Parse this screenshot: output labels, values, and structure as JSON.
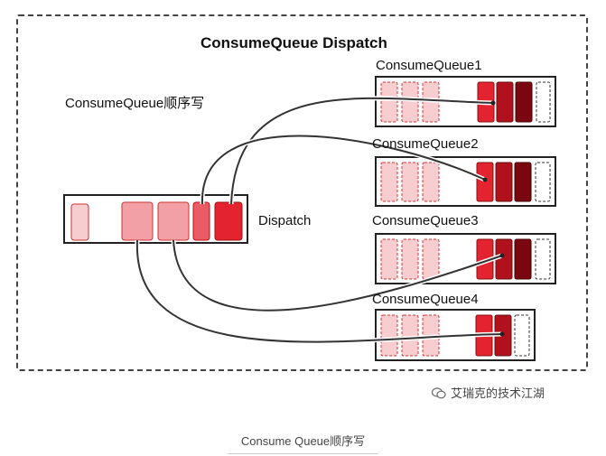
{
  "diagram": {
    "title": "ConsumeQueue Dispatch",
    "subtitle": "ConsumeQueue顺序写",
    "dispatch_label": "Dispatch",
    "queues": [
      {
        "label": "ConsumeQueue1"
      },
      {
        "label": "ConsumeQueue2"
      },
      {
        "label": "ConsumeQueue3"
      },
      {
        "label": "ConsumeQueue4"
      }
    ]
  },
  "watermark": "艾瑞克的技术江湖",
  "caption": "Consume Queue顺序写",
  "colors": {
    "pale": "#f8cdd0",
    "light": "#f2a0a5",
    "medium": "#ea5b65",
    "red": "#e3232f",
    "dark": "#b0111c",
    "darker": "#7a0710",
    "border": "#222222"
  }
}
